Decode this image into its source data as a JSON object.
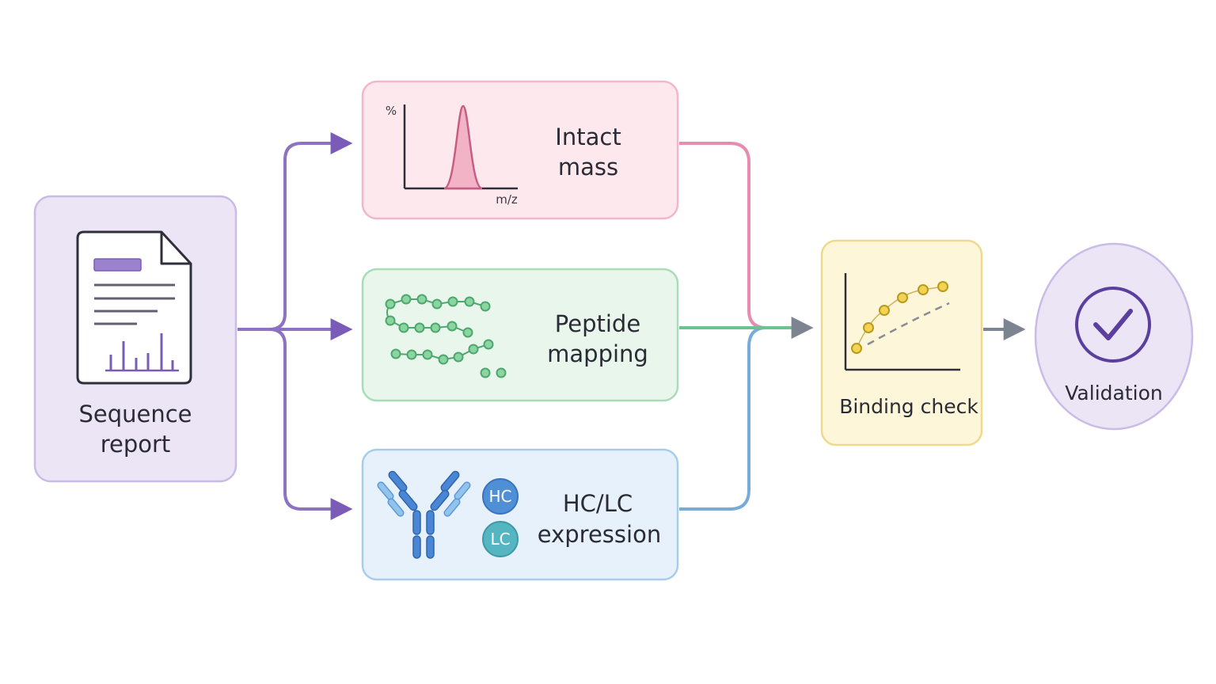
{
  "nodes": {
    "sequence_report": {
      "line1": "Sequence",
      "line2": "report"
    },
    "intact_mass": {
      "line1": "Intact",
      "line2": "mass",
      "y_axis": "%",
      "x_axis": "m/z"
    },
    "peptide_mapping": {
      "line1": "Peptide",
      "line2": "mapping"
    },
    "hc_lc_expression": {
      "line1": "HC/LC",
      "line2": "expression",
      "badge_hc": "HC",
      "badge_lc": "LC"
    },
    "binding_check": {
      "label": "Binding check"
    },
    "validation": {
      "label": "Validation"
    }
  },
  "icons": {
    "sequence_report": "document-spectrum-icon",
    "intact_mass": "mass-spectrum-icon",
    "peptide_mapping": "peptide-chain-icon",
    "hc_lc_expression": "antibody-icon",
    "binding_check": "binding-curve-icon",
    "validation": "checkmark-icon"
  },
  "colors": {
    "purple": "#8e72c2",
    "pink": "#e68cb0",
    "green": "#6cc290",
    "blue": "#78acd8",
    "yellow": "#e2c66a",
    "gray": "#7c8491"
  }
}
